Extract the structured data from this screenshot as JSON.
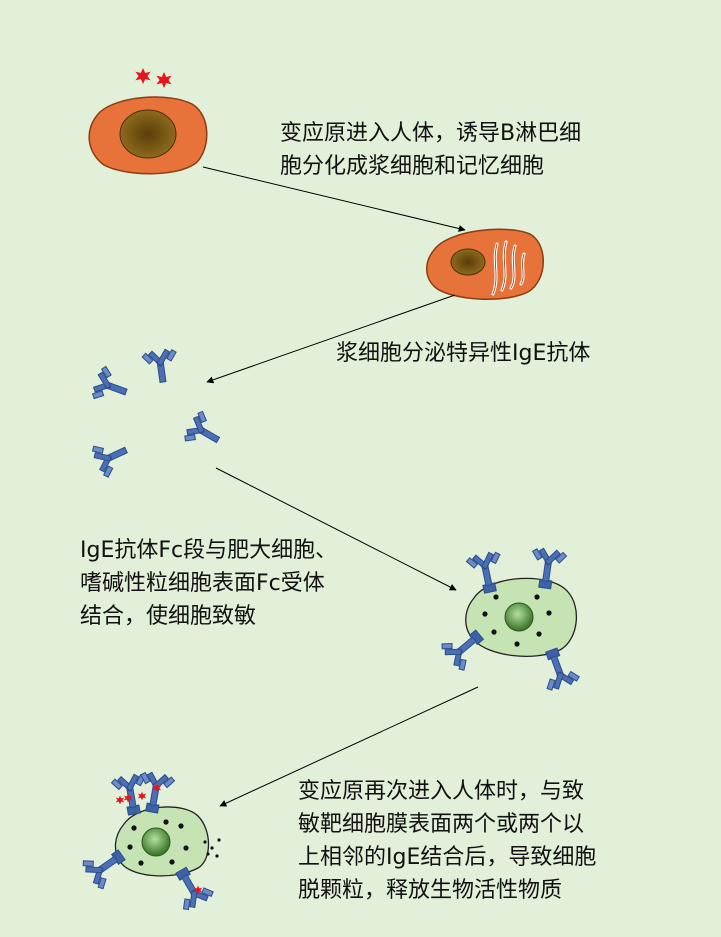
{
  "steps": [
    {
      "lines": [
        "变应原进入人体，诱导B淋巴细",
        "胞分化成浆细胞和记忆细胞"
      ]
    },
    {
      "lines": [
        "浆细胞分泌特异性IgE抗体"
      ]
    },
    {
      "lines": [
        "IgE抗体Fc段与肥大细胞、",
        "嗜碱性粒细胞表面Fc受体",
        "结合，使细胞致敏"
      ]
    },
    {
      "lines": [
        "变应原再次进入人体时，与致",
        "敏靶细胞膜表面两个或两个以",
        "上相邻的IgE结合后，导致细胞",
        "脱颗粒，释放生物活性物质"
      ]
    }
  ],
  "colors": {
    "background": "#e2efd9",
    "b_cell": "#e8733a",
    "nucleus": "#7a5a16",
    "antibody": "#4a6fb5",
    "allergen": "#e8141c",
    "mast_cell": "#c5e3b3",
    "granule": "#111111"
  },
  "icons": [
    "b-cell-icon",
    "plasma-cell-icon",
    "antibody-icon",
    "mast-cell-icon",
    "allergen-icon"
  ]
}
